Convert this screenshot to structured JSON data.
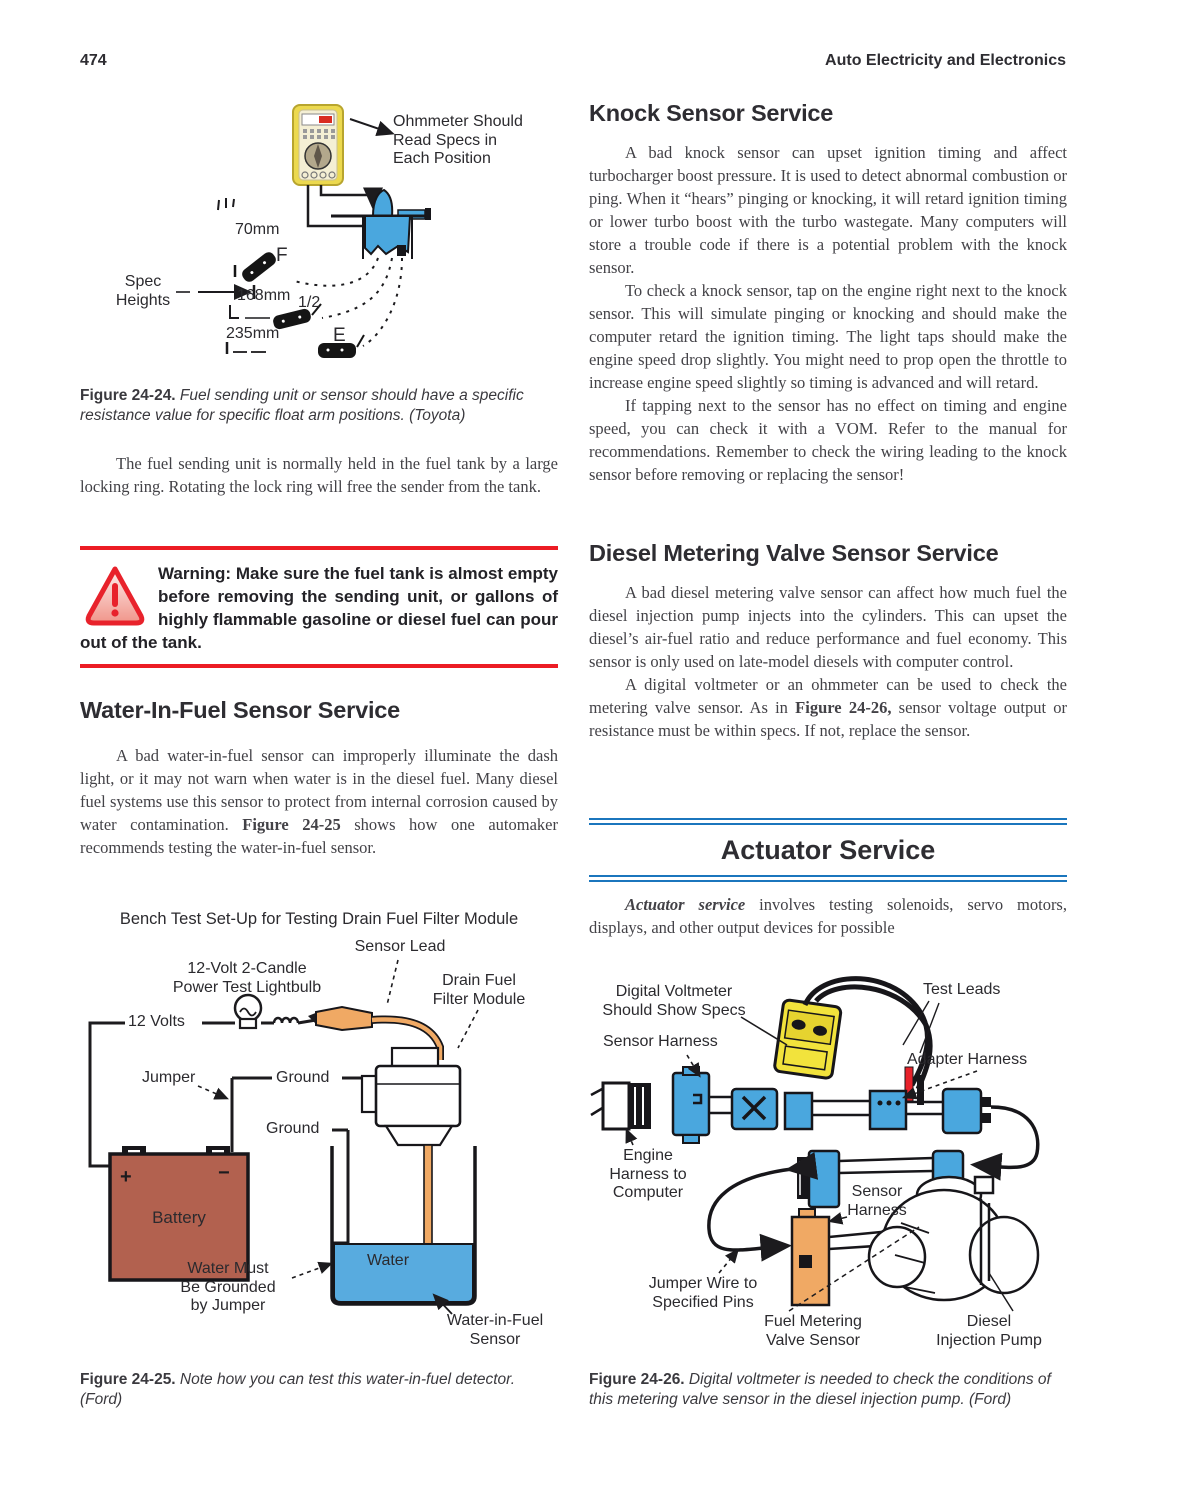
{
  "page": {
    "number": "474",
    "running_head": "Auto Electricity and Electronics"
  },
  "colors": {
    "rule_blue": "#1b76bd",
    "warning_red": "#ec1c24",
    "figure_blue": "#4aa7de",
    "figure_yellow": "#f2e33c",
    "figure_orange": "#f0a964",
    "battery_red": "#b2614f",
    "water_blue": "#58abdf"
  },
  "left": {
    "fig24": {
      "ohm_note": "Ohmmeter Should\nRead Specs in\nEach Position",
      "mm70": "70mm",
      "f": "F",
      "spec": "Spec\nHeights",
      "mm168": "168mm",
      "half": "1/2",
      "mm235": "235mm",
      "e": "E",
      "cap_b": "Figure 24-24.",
      "cap_i": " Fuel sending unit or sensor should have a specific resistance value for specific float arm positions. (Toyota)"
    },
    "para1": "The fuel sending unit is normally held in the fuel tank by a large locking ring. Rotating the lock ring will free the sender from the tank.",
    "warning": "Warning: Make sure the fuel tank is almost empty before removing the sending unit, or gallons of highly flammable gasoline or diesel fuel can pour out of the tank.",
    "wif": {
      "heading": "Water-In-Fuel Sensor Service",
      "pre": "A bad water-in-fuel sensor can improperly illuminate the dash light, or it may not warn when water is in the diesel fuel. Many diesel fuel systems use this sensor to protect from internal corrosion caused by water contamination. ",
      "bold": "Figure 24-25",
      "post": " shows how one automaker recommends testing the water-in-fuel sensor."
    },
    "fig25": {
      "title": "Bench Test Set-Up for Testing Drain Fuel Filter Module",
      "sensor_lead": "Sensor Lead",
      "bulb": "12-Volt 2-Candle\nPower Test Lightbulb",
      "v12": "12 Volts",
      "drain": "Drain Fuel\nFilter Module",
      "jumper": "Jumper",
      "ground1": "Ground",
      "ground2": "Ground",
      "battery": "Battery",
      "plus": "+",
      "minus": "−",
      "water": "Water",
      "water_must": "Water Must\nBe Grounded\nby Jumper",
      "wif_sensor": "Water-in-Fuel\nSensor",
      "cap_b": "Figure 24-25.",
      "cap_i": " Note how you can test this water-in-fuel detector. (Ford)"
    }
  },
  "right": {
    "knock": {
      "heading": "Knock Sensor Service",
      "p1": "A bad knock sensor can upset ignition timing and affect turbocharger boost pressure. It is used to detect abnormal combustion or ping. When it “hears” pinging or knocking, it will retard ignition timing or lower turbo boost with the turbo wastegate. Many computers will store a trouble code if there is a potential problem with the knock sensor.",
      "p2": "To check a knock sensor, tap on the engine right next to the knock sensor. This will simulate pinging or knocking and should make the computer retard the ignition timing. The light taps should make the engine speed drop slightly. You might need to prop open the throttle to increase engine speed slightly so timing is advanced and will retard.",
      "p3": "If tapping next to the sensor has no effect on timing and engine speed, you can check it with a VOM. Refer to the manual for recommendations. Remember to check the wiring leading to the knock sensor before removing or replacing the sensor!"
    },
    "diesel": {
      "heading": "Diesel Metering Valve Sensor Service",
      "p1": "A bad diesel metering valve sensor can affect how much fuel the diesel injection pump injects into the cylinders. This can upset the diesel’s air-fuel ratio and reduce performance and fuel economy. This sensor is only used on late-model diesels with computer control.",
      "p2_pre": "A digital voltmeter or an ohmmeter can be used to check the metering valve sensor. As in ",
      "p2_bold": "Figure 24-26,",
      "p2_post": " sensor voltage output or resistance must be within specs. If not, replace the sensor."
    },
    "actuator": {
      "heading": "Actuator Service",
      "bold": "Actuator service",
      "post": " involves testing solenoids, servo motors, displays, and other output devices for possible"
    },
    "fig26": {
      "dv": "Digital Voltmeter\nShould Show Specs",
      "test_leads": "Test Leads",
      "sensor1": "Sensor Harness",
      "adapter": "Adapter Harness",
      "engine": "Engine\nHarness to\nComputer",
      "sensor2": "Sensor\nHarness",
      "jumper": "Jumper Wire to\nSpecified Pins",
      "fuel_metering": "Fuel Metering\nValve Sensor",
      "diesel_pump": "Diesel\nInjection Pump",
      "cap_b": "Figure 24-26.",
      "cap_i": " Digital voltmeter is needed to check the conditions of this metering valve sensor in the diesel injection pump. (Ford)"
    }
  }
}
